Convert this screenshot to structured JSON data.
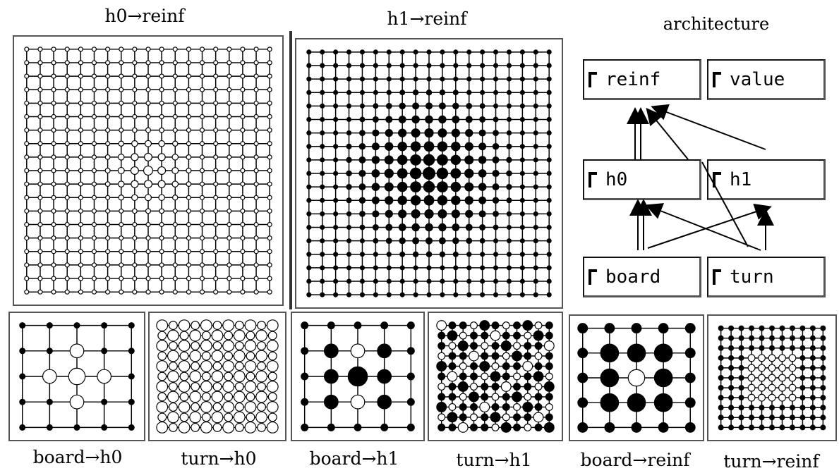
{
  "captions": {
    "h0_reinf": "h0→reinf",
    "h1_reinf": "h1→reinf",
    "architecture": "architecture",
    "board_h0": "board→h0",
    "turn_h0": "turn→h0",
    "board_h1": "board→h1",
    "turn_h1": "turn→h1",
    "board_reinf": "board→reinf",
    "turn_reinf": "turn→reinf"
  },
  "architecture": {
    "nodes": [
      {
        "id": "reinf",
        "label": "reinf"
      },
      {
        "id": "value",
        "label": "value"
      },
      {
        "id": "h0",
        "label": "h0"
      },
      {
        "id": "h1",
        "label": "h1"
      },
      {
        "id": "board",
        "label": "board"
      },
      {
        "id": "turn",
        "label": "turn"
      }
    ],
    "edges": [
      [
        "h0",
        "reinf"
      ],
      [
        "h1",
        "reinf"
      ],
      [
        "board",
        "h0"
      ],
      [
        "board",
        "h1"
      ],
      [
        "turn",
        "h0"
      ],
      [
        "turn",
        "h1"
      ],
      [
        "board",
        "reinf"
      ],
      [
        "turn",
        "reinf"
      ]
    ]
  },
  "colors": {
    "line": "#000000",
    "frame": "#555555",
    "background": "#ffffff"
  }
}
